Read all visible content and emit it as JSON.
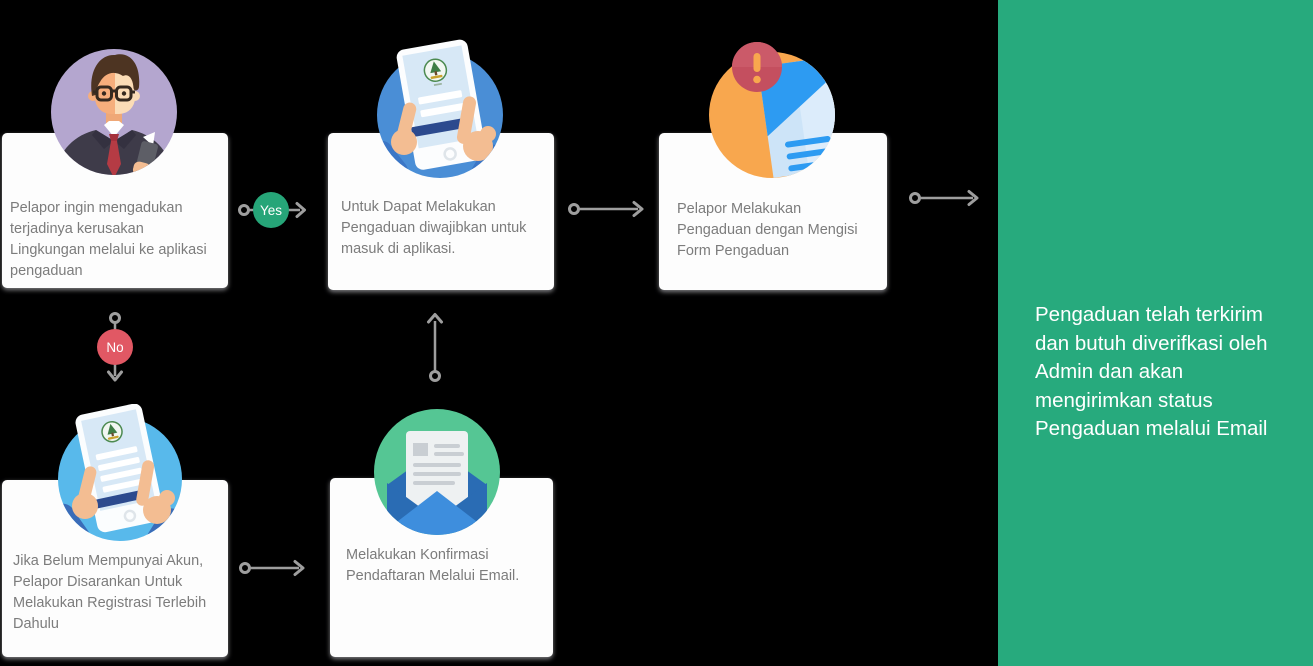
{
  "flow": {
    "steps": [
      {
        "id": "report-intent",
        "icon": "reporter-avatar-icon",
        "text": "Pelapor ingin mengadukan terjadinya kerusakan Lingkungan melalui ke aplikasi pengaduan"
      },
      {
        "id": "login-required",
        "icon": "tablet-login-icon",
        "text": "Untuk Dapat Melakukan Pengaduan diwajibkan untuk masuk di aplikasi."
      },
      {
        "id": "fill-form",
        "icon": "complaint-document-icon",
        "text": "Pelapor Melakukan Pengaduan dengan Mengisi Form Pengaduan"
      },
      {
        "id": "register-first",
        "icon": "tablet-register-icon",
        "text": "Jika Belum Mempunyai Akun, Pelapor Disarankan Untuk Melakukan Registrasi Terlebih Dahulu"
      },
      {
        "id": "email-confirm",
        "icon": "email-envelope-icon",
        "text": "Melakukan Konfirmasi Pendaftaran Melalui Email."
      }
    ],
    "decisions": {
      "yes": "Yes",
      "no": "No"
    }
  },
  "result_panel": {
    "icon": "monitor-check-icon",
    "text": "Pengaduan telah terkirim dan butuh diverifkasi oleh Admin dan akan mengirimkan status Pengaduan melalui Email"
  },
  "colors": {
    "background": "#000000",
    "panel_green": "#27aa7d",
    "yes_badge": "#26a578",
    "no_badge": "#e15864",
    "arrow_gray": "#9e9e9e",
    "card_text": "#7c7c7c",
    "avatar_circle": "#b4a6cf",
    "login_circle": "#4a8ed6",
    "complaint_circle": "#f8a74e",
    "register_circle": "#58b9eb",
    "envelope_circle": "#55c694",
    "monitor_circle": "#1f7e50",
    "check_badge": "#35e3a3"
  }
}
